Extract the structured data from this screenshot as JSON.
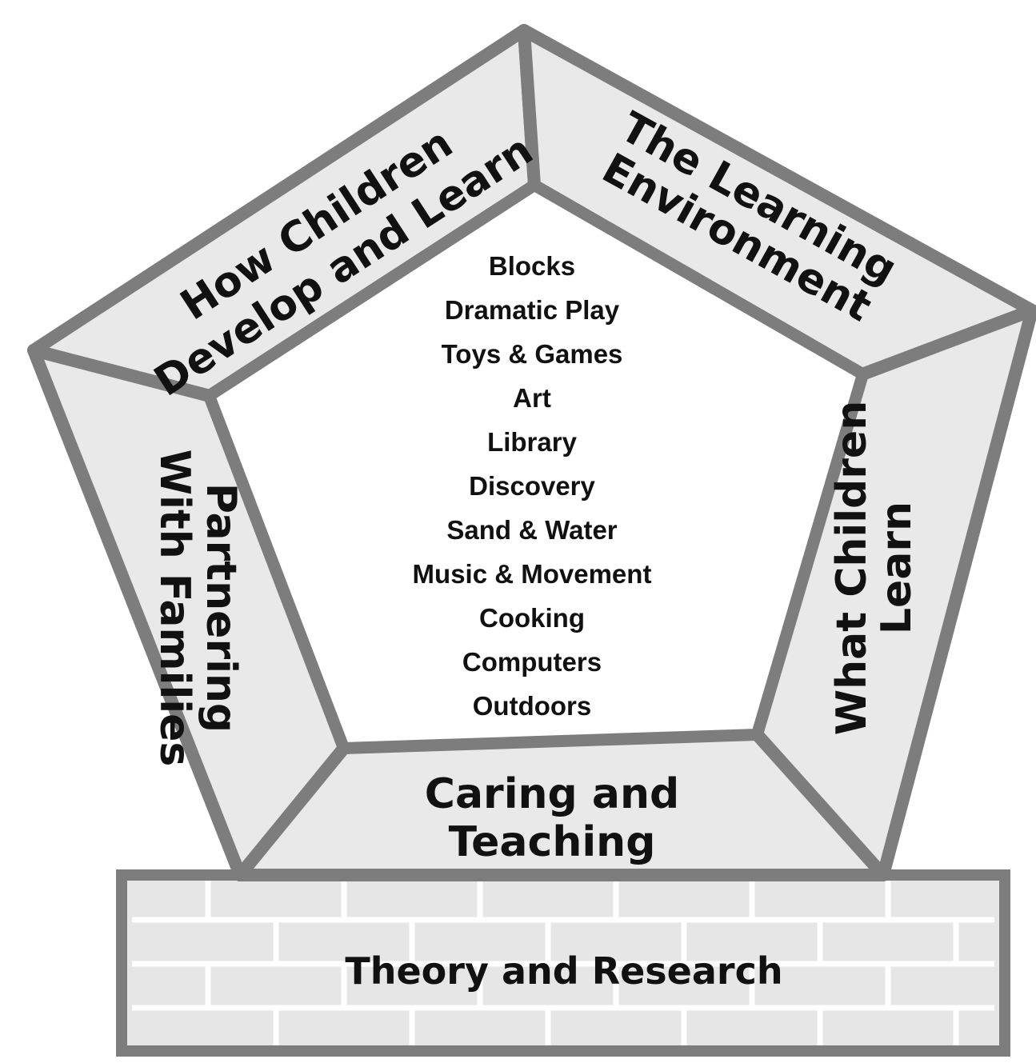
{
  "segments": {
    "top_left": [
      "How Children",
      "Develop and Learn"
    ],
    "top_right": [
      "The Learning",
      "Environment"
    ],
    "right": [
      "What Children",
      "Learn"
    ],
    "bottom": [
      "Caring and",
      "Teaching"
    ],
    "left": [
      "Partnering",
      "With Families"
    ]
  },
  "center_list": [
    "Blocks",
    "Dramatic Play",
    "Toys & Games",
    "Art",
    "Library",
    "Discovery",
    "Sand & Water",
    "Music & Movement",
    "Cooking",
    "Computers",
    "Outdoors"
  ],
  "foundation": "Theory and Research",
  "colors": {
    "outline": "#7d7d7d",
    "band_fill": "#e9e9e9",
    "center_fill": "#ffffff",
    "text": "#111111"
  }
}
